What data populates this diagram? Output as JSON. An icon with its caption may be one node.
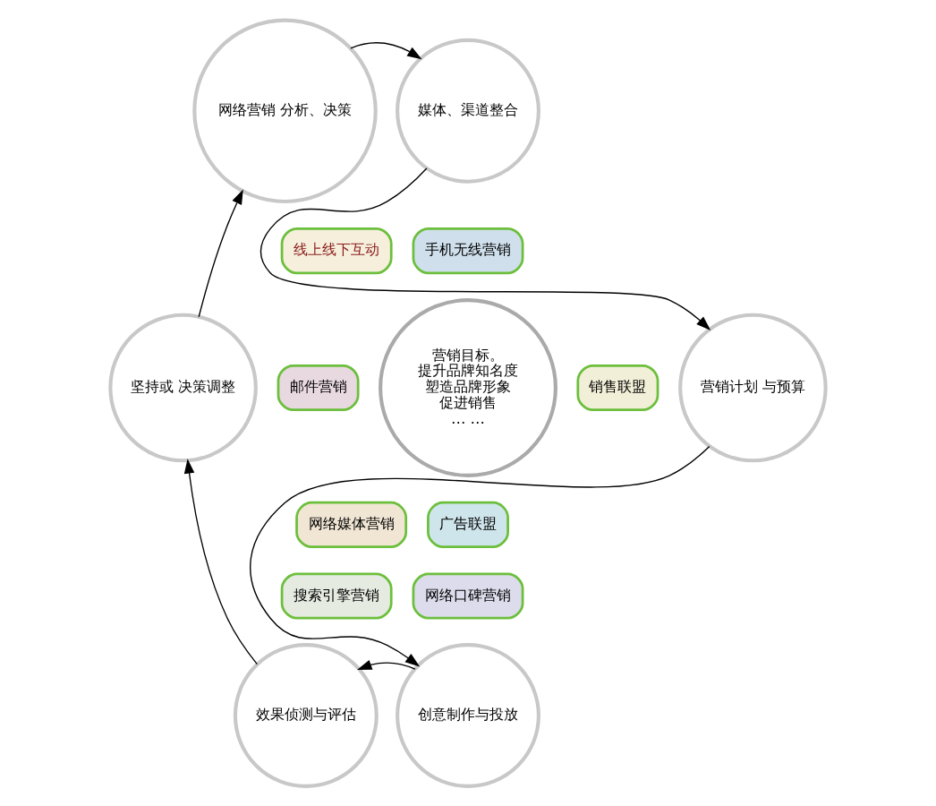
{
  "diagram": {
    "nodes": [
      {
        "text": [
          "网络营销 分析、决策"
        ]
      },
      {
        "text": [
          "媒体、渠道整合"
        ]
      },
      {
        "text": [
          "线上线下互动"
        ]
      },
      {
        "text": [
          "手机无线营销"
        ]
      },
      {
        "text": [
          "邮件营销"
        ]
      },
      {
        "text": [
          "营销目标。",
          "提升品牌知名度",
          "塑造品牌形象",
          "促进销售",
          "… …"
        ]
      },
      {
        "text": [
          "销售联盟"
        ]
      },
      {
        "text": [
          "营销计划 与预算"
        ]
      },
      {
        "text": [
          "坚持或 决策调整"
        ]
      },
      {
        "text": [
          "网络媒体营销"
        ]
      },
      {
        "text": [
          "广告联盟"
        ]
      },
      {
        "text": [
          "搜索引擎营销"
        ]
      },
      {
        "text": [
          "网络口碑营销"
        ]
      },
      {
        "text": [
          "创意制作与投放"
        ]
      },
      {
        "text": [
          "效果侦测与评估"
        ]
      }
    ],
    "edges": [
      {
        "from": 0,
        "to": 1,
        "arrow": "to"
      },
      {
        "from": 1,
        "to": 7,
        "arrow": "to"
      },
      {
        "from": 7,
        "to": 13,
        "arrow": "to"
      },
      {
        "from": 13,
        "to": 14,
        "arrow": "to"
      },
      {
        "from": 14,
        "to": 8,
        "arrow": "to"
      },
      {
        "from": 8,
        "to": 0,
        "arrow": "to"
      }
    ]
  }
}
